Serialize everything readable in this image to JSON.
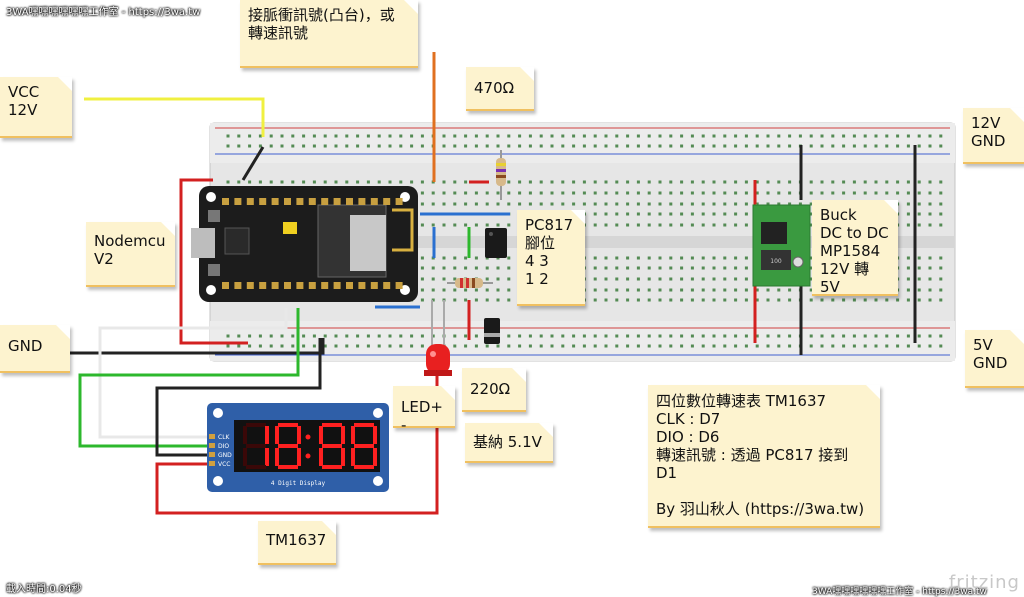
{
  "watermarks": {
    "top_left": "3WA嘿嘿嘿嘿嘿嘿工作室 - https://3wa.tw",
    "bottom_left": "載入時間:0.04秒",
    "bottom_right": "3WA嘿嘿嘿嘿嘿嘿工作室 - https://3wa.tw",
    "brand": "fritzing"
  },
  "notes": {
    "pulse": "接脈衝訊號(凸台)，或\n轉速訊號",
    "r470": "470Ω",
    "vcc": "VCC\n12V",
    "gnd_top": "12V\nGND",
    "nodemcu": "Nodemcu\nV2",
    "pc817": "PC817\n腳位\n4 3\n1 2",
    "buck": "Buck\nDC to DC\nMP1584\n12V 轉 5V",
    "gnd_left": "GND",
    "gnd_5v": "5V\nGND",
    "r220": "220Ω",
    "led": "LED+ -",
    "zener": "基納 5.1V",
    "tm1637": "TM1637",
    "info": "四位數位轉速表 TM1637\nCLK : D7\nDIO : D6\n轉速訊號 : 透過 PC817 接到 D1\n\nBy 羽山秋人 (https://3wa.tw)"
  },
  "display": {
    "digits": "18:88",
    "pins": [
      "CLK",
      "DIO",
      "GND",
      "VCC"
    ],
    "caption": "4 Digit Display"
  },
  "colors": {
    "note_bg": "#fdf3cf",
    "breadboard": "#e6e6e6",
    "wire_red": "#d32020",
    "wire_black": "#222222",
    "wire_green": "#2db82d",
    "wire_white": "#e8e8e8",
    "wire_yellow": "#f0f040",
    "wire_orange": "#e07020",
    "wire_blue": "#2a70d0",
    "display_board": "#2f5fa8",
    "buck_board": "#3a9a40"
  }
}
